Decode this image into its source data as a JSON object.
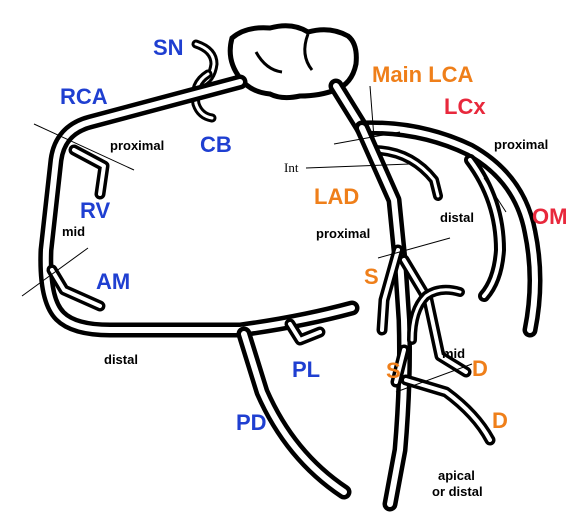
{
  "colors": {
    "blue": "#1f3fd1",
    "orange": "#ef7f1a",
    "red": "#e8283c",
    "black": "#000000"
  },
  "labels": {
    "sn": "SN",
    "rca": "RCA",
    "cb": "CB",
    "rv": "RV",
    "am": "AM",
    "pl": "PL",
    "pd": "PD",
    "main_lca": "Main LCA",
    "lcx": "LCx",
    "lad": "LAD",
    "om": "OM",
    "s_upper": "S",
    "s_lower": "S",
    "d_upper": "D",
    "d_lower": "D",
    "int": "Int",
    "rca_proximal": "proximal",
    "rca_mid": "mid",
    "rca_distal": "distal",
    "lcx_proximal": "proximal",
    "lcx_distal": "distal",
    "lad_proximal": "proximal",
    "lad_mid": "mid",
    "apical_line1": "apical",
    "apical_line2": "or distal"
  }
}
